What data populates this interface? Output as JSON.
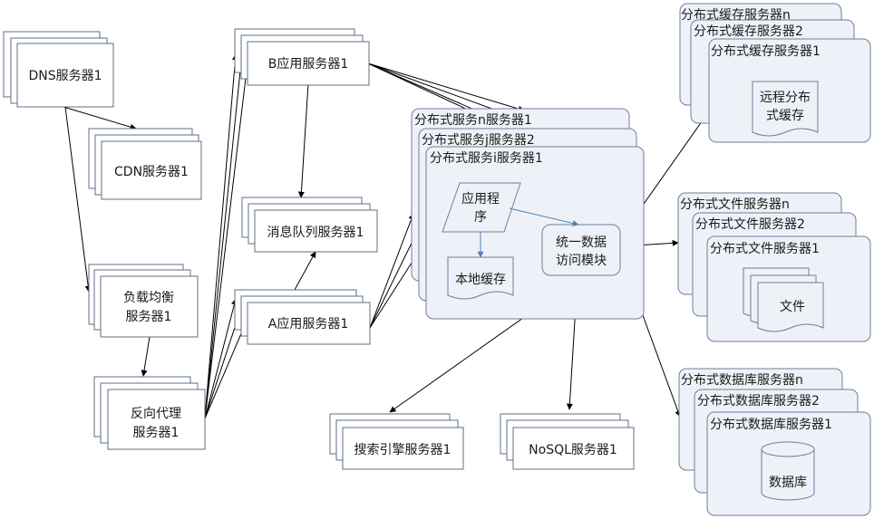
{
  "colors": {
    "stroke": "#5f6f86",
    "group_fill": "#eef2f8",
    "edge": "#000000",
    "inner_edge": "#4f81bd"
  },
  "nodes": {
    "dns": "DNS服务器1",
    "cdn": "CDN服务器1",
    "lb": [
      "负载均衡",
      "服务器1"
    ],
    "proxy": [
      "反向代理",
      "服务器1"
    ],
    "app_b": "B应用服务器1",
    "mq": "消息队列服务器1",
    "app_a": "A应用服务器1",
    "search": "搜索引擎服务器1",
    "nosql": "NoSQL服务器1"
  },
  "service_group": {
    "labels": [
      "分布式服务n服务器1",
      "分布式服务j服务器2",
      "分布式服务i服务器1"
    ],
    "app_program": [
      "应用程",
      "序"
    ],
    "local_cache": "本地缓存",
    "unified_access": [
      "统一数据",
      "访问模块"
    ]
  },
  "cache_group": {
    "labels": [
      "分布式缓存服务器n",
      "分布式缓存服务器2",
      "分布式缓存服务器1"
    ],
    "inner": [
      "远程分布",
      "式缓存"
    ]
  },
  "file_group": {
    "labels": [
      "分布式文件服务器n",
      "分布式文件服务器2",
      "分布式文件服务器1"
    ],
    "inner": "文件"
  },
  "db_group": {
    "labels": [
      "分布式数据库服务器n",
      "分布式数据库服务器2",
      "分布式数据库服务器1"
    ],
    "inner": "数据库"
  }
}
